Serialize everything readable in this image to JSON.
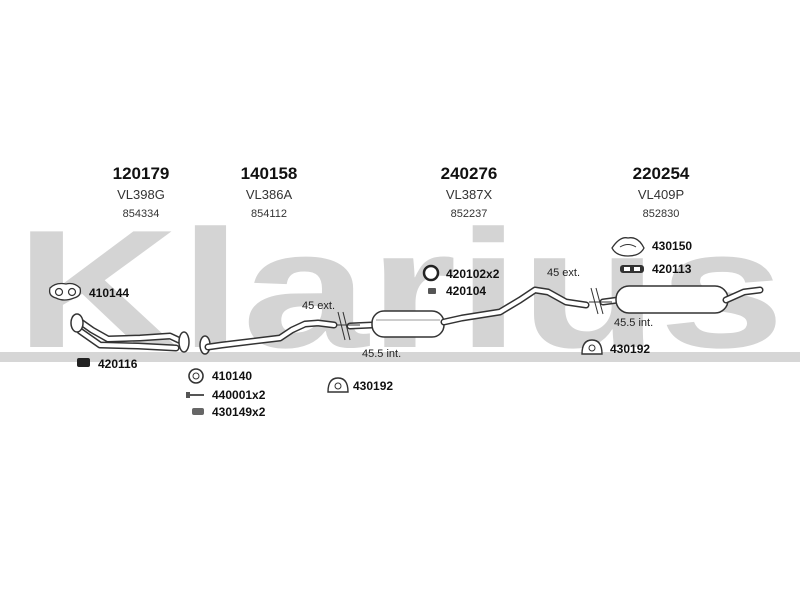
{
  "watermark": {
    "text": "Klarius",
    "color": "#d4d4d4"
  },
  "columns": [
    {
      "part_number": "120179",
      "code": "VL398G",
      "ref": "854334"
    },
    {
      "part_number": "140158",
      "code": "VL386A",
      "ref": "854112"
    },
    {
      "part_number": "240276",
      "code": "VL387X",
      "ref": "852237"
    },
    {
      "part_number": "220254",
      "code": "VL409P",
      "ref": "852830"
    }
  ],
  "parts": {
    "p410144": "410144",
    "p420116": "420116",
    "p410140": "410140",
    "p440001": "440001x2",
    "p430149": "430149x2",
    "p430192a": "430192",
    "p420102": "420102x2",
    "p420104": "420104",
    "p430150": "430150",
    "p420113": "420113",
    "p430192b": "430192"
  },
  "notes": {
    "ext1": "45 ext.",
    "int1": "45.5 int.",
    "ext2": "45 ext.",
    "int2": "45.5 int."
  }
}
